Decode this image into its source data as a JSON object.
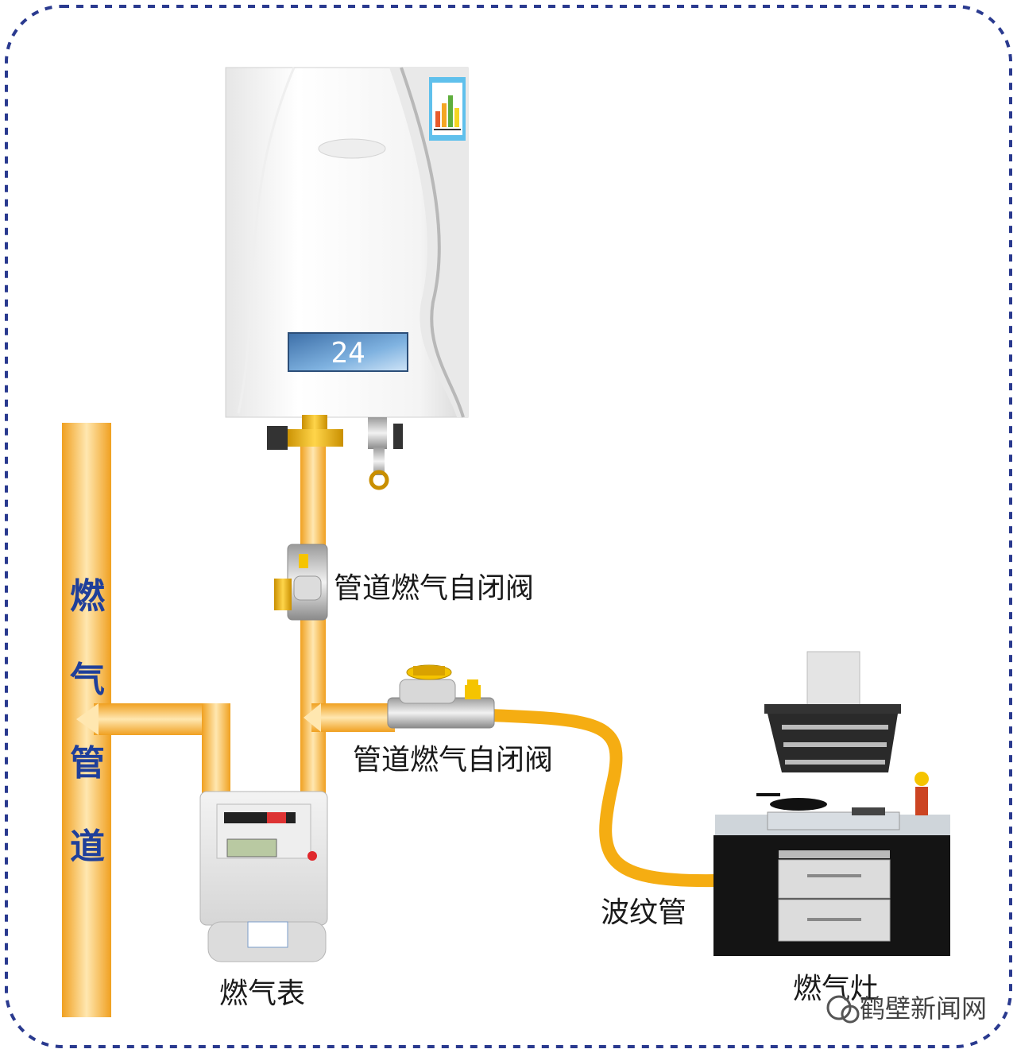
{
  "labels": {
    "vertical_pipe": [
      "燃",
      "气",
      "管",
      "道"
    ],
    "upper_valve": "管道燃气自闭阀",
    "lower_valve": "管道燃气自闭阀",
    "corrugated_pipe": "波纹管",
    "gas_meter": "燃气表",
    "gas_stove": "燃气灶"
  },
  "heater": {
    "display_value": "24"
  },
  "watermark": {
    "text": "鹤壁新闻网"
  },
  "colors": {
    "pipe": "#f5a623",
    "pipe_highlight": "#ffe3a8",
    "border": "#2a3a8f",
    "vertical_label": "#1f3f9a",
    "cabinet": "#141414"
  }
}
